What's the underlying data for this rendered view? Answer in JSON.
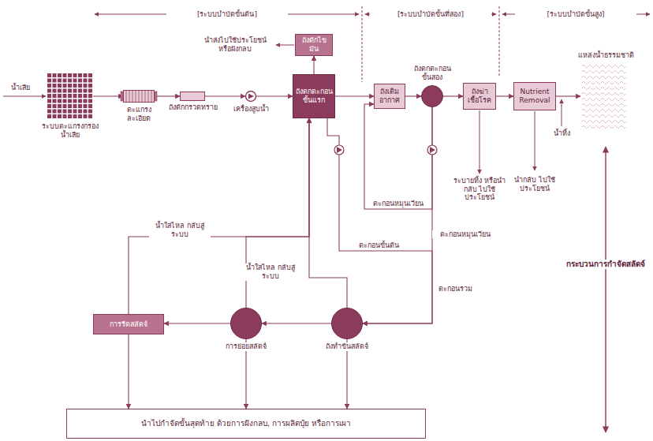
{
  "diagram": {
    "nodes": [
      {
        "text": [
          "ระบบตะแกรงกรอง น้ำเสีย"
        ]
      },
      {
        "text": [
          "ตะแกรง ละเอียด"
        ]
      },
      {
        "text": [
          "ถังดักกรวดทราย"
        ]
      },
      {
        "text": [
          "เครื่องสูบน้ำ"
        ]
      },
      {
        "text": [
          "ถังตกตะกอน ขั้นแรก"
        ]
      },
      {
        "text": [
          "ถังดักไขมัน"
        ]
      },
      {
        "text": [
          "ถังเติม อากาศ"
        ]
      },
      {
        "text": [
          "ถังตกตะกอน ขั้นสอง"
        ]
      },
      {
        "text": [
          "ถังฆ่า เชื้อโรค"
        ]
      },
      {
        "text": [
          "Nutrient Removal"
        ]
      },
      {
        "text": [
          "แหล่งน้ำธรรมชาติ"
        ]
      },
      {
        "text": [
          "ถังทำข้นสลัดจ์"
        ]
      },
      {
        "text": [
          "การย่อยสลัดจ์"
        ]
      },
      {
        "text": [
          "การรีดสลัดจ์"
        ]
      },
      {
        "text": [
          "นำไปกำจัดขั้นสุดท้าย ด้วยการฝังกลบ, การผลิตปุ๋ย หรือการเผา"
        ]
      }
    ],
    "edges": [
      {
        "from": 0,
        "to": 1,
        "arrow": "to"
      },
      {
        "from": 1,
        "to": 2,
        "arrow": "to"
      },
      {
        "from": 2,
        "to": 3,
        "arrow": "to"
      },
      {
        "from": 3,
        "to": 4,
        "arrow": "to"
      },
      {
        "from": 4,
        "to": 6,
        "arrow": "to"
      },
      {
        "from": 6,
        "to": 7,
        "arrow": "to"
      },
      {
        "from": 7,
        "to": 8,
        "arrow": "to"
      },
      {
        "from": 8,
        "to": 9,
        "arrow": "to"
      },
      {
        "from": 9,
        "to": 10,
        "arrow": "to"
      },
      {
        "from": 4,
        "to": 5,
        "arrow": "to"
      },
      {
        "from": 7,
        "to": 6,
        "label": "ตะกอนหมุนเวียน",
        "arrow": "to"
      },
      {
        "from": 4,
        "to": 11,
        "label": "ตะกอนขั้นต้น",
        "arrow": "to"
      },
      {
        "from": 7,
        "to": 11,
        "label": "ตะกอนรวม",
        "arrow": "to"
      },
      {
        "from": 11,
        "to": 12,
        "arrow": "to"
      },
      {
        "from": 12,
        "to": 13,
        "arrow": "to"
      },
      {
        "from": 11,
        "to": 4,
        "label": "น้ำใสไหล กลับสู่ระบบ",
        "arrow": "to"
      },
      {
        "from": 12,
        "to": 4,
        "arrow": "to"
      },
      {
        "from": 13,
        "to": 4,
        "label": "น้ำใสไหล กลับสู่ระบบ",
        "arrow": "to"
      },
      {
        "from": 11,
        "to": 14,
        "arrow": "to"
      },
      {
        "from": 12,
        "to": 14,
        "arrow": "to"
      },
      {
        "from": 13,
        "to": 14,
        "arrow": "to"
      }
    ],
    "labels": [
      "[ระบบบำบัดขั้นต้น]",
      "[ระบบบำบัดขั้นที่สอง]",
      "[ระบบบำบัดขั้นสูง]",
      "น้ำเสีย",
      "นำส่งไปใช้ประโยชน์ หรือฝังกลบ",
      "ระบายทิ้ง หรือนำกลับ ไปใช้ประโยชน์",
      "นำกลับ ไปใช้ประโยชน์",
      "น้ำทิ้ง",
      "ตะกอนหมุนเวียน",
      "กระบวนการกำจัดสลัดจ์"
    ]
  }
}
